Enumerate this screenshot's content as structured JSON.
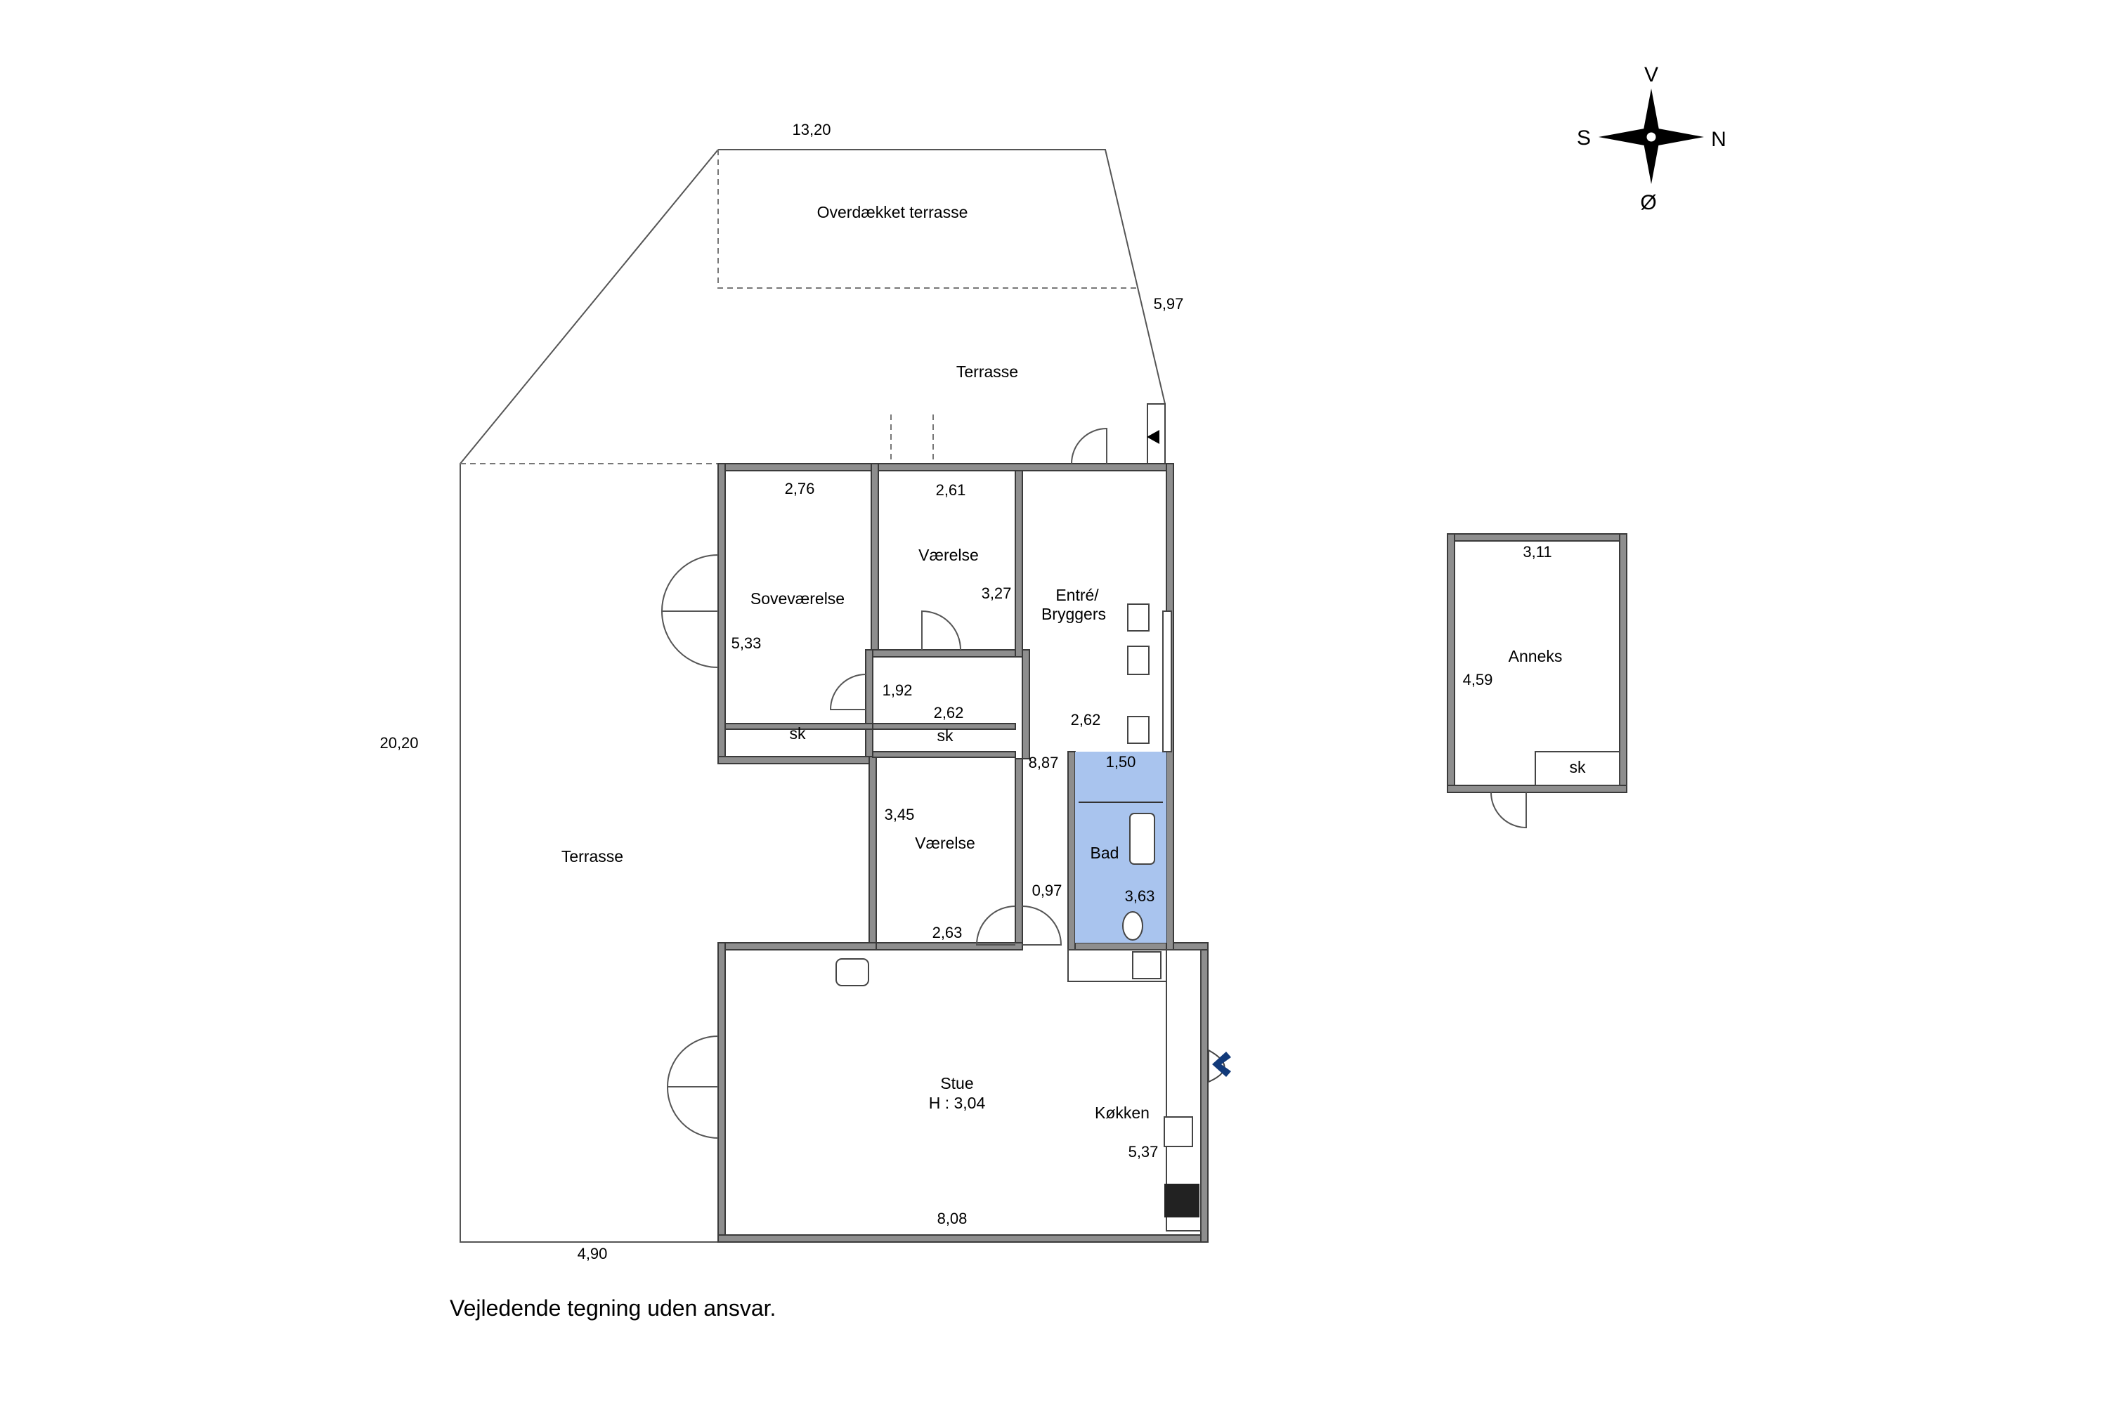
{
  "rooms": {
    "overdaekket": "Overdækket terrasse",
    "terrasse_top": "Terrasse",
    "terrasse_left": "Terrasse",
    "sovevaerelse": "Soveværelse",
    "vaerelse_1": "Værelse",
    "entre_line1": "Entré/",
    "entre_line2": "Bryggers",
    "vaerelse_2": "Værelse",
    "bad": "Bad",
    "stue": "Stue",
    "stue_height": "H : 3,04",
    "kokken": "Køkken",
    "anneks": "Anneks",
    "sk_1": "sk",
    "sk_2": "sk",
    "sk_3": "sk"
  },
  "dimensions": {
    "d_13_20": "13,20",
    "d_5_97": "5,97",
    "d_20_20": "20,20",
    "d_4_90": "4,90",
    "d_2_76": "2,76",
    "d_2_61": "2,61",
    "d_3_27": "3,27",
    "d_5_33": "5,33",
    "d_1_92": "1,92",
    "d_2_62_a": "2,62",
    "d_2_62_b": "2,62",
    "d_8_87": "8,87",
    "d_1_50": "1,50",
    "d_3_45": "3,45",
    "d_0_97": "0,97",
    "d_3_63": "3,63",
    "d_2_63": "2,63",
    "d_5_37": "5,37",
    "d_8_08": "8,08",
    "d_3_11": "3,11",
    "d_4_59": "4,59"
  },
  "compass": {
    "north": "N",
    "south": "S",
    "east": "Ø",
    "west": "V"
  },
  "footer": {
    "disclaimer": "Vejledende tegning uden ansvar."
  },
  "colors": {
    "bathroom": "#a9c4ee",
    "wall": "#8e8e8e",
    "background": "#ffffff"
  }
}
